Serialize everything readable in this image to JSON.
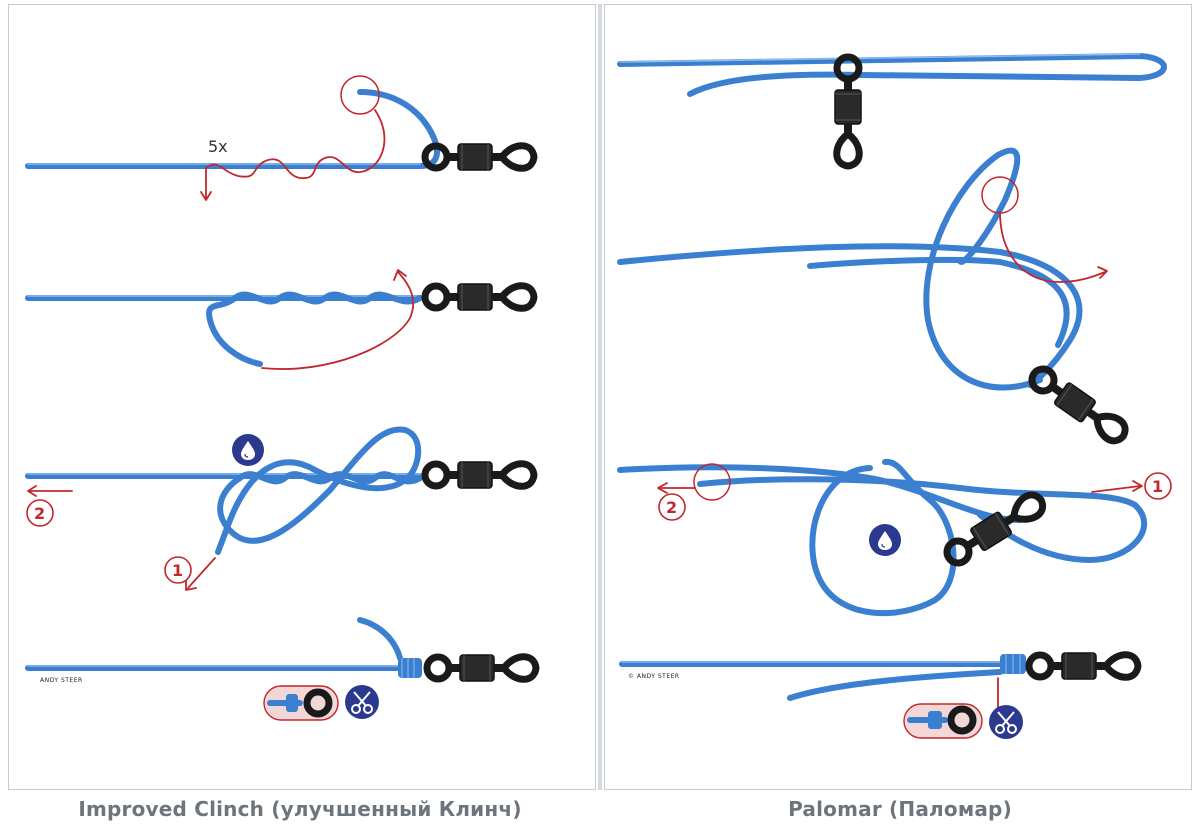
{
  "diagram": {
    "left_panel": {
      "caption": "Improved Clinch (улучшенный Клинч)",
      "wrap_count_label": "5x",
      "step_badges": [
        "1",
        "2"
      ],
      "credit": "ANDY STEER"
    },
    "right_panel": {
      "caption": "Palomar (Паломар)",
      "step_badges": [
        "1",
        "2"
      ],
      "credit": "© ANDY STEER"
    },
    "icons": [
      "water-drop-icon",
      "scissors-icon",
      "swivel-icon"
    ],
    "colors": {
      "line": "#3b7fd0",
      "arrow": "#c0282d",
      "swivel": "#2a2a2a",
      "icon_badge": "#2b3a8f",
      "caption_text": "#6d747c"
    }
  }
}
